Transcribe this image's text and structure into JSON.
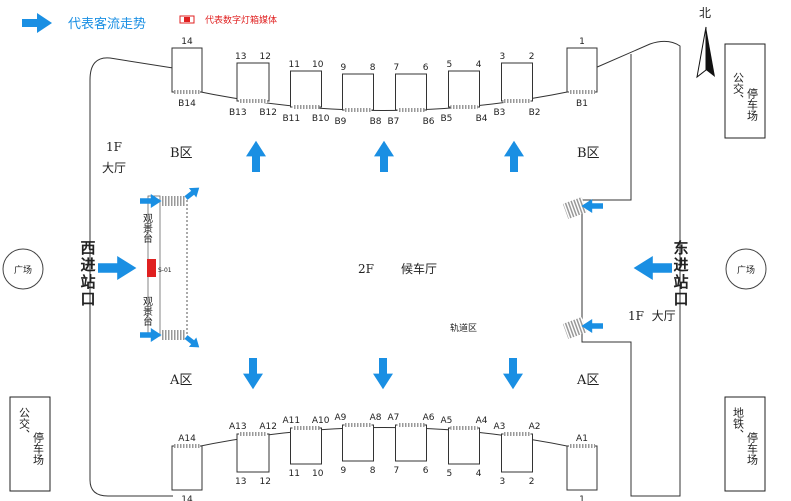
{
  "legend": {
    "flow_label": "代表客流走势",
    "lightbox_label": "代表数字灯箱媒体",
    "arrow_color": "#1a8fe3",
    "lightbox_color": "#e02020"
  },
  "north_label": "北",
  "hall_1f_left": [
    "1F",
    "大厅"
  ],
  "hall_1f_right": "1F  大厅",
  "zone_b_left": "B区",
  "zone_b_right": "B区",
  "zone_a_left": "A区",
  "zone_a_right": "A区",
  "hall_2f": "2F",
  "waiting_hall": "候车厅",
  "track_area": "轨道区",
  "west_entrance": [
    "西",
    "进",
    "站",
    "口"
  ],
  "east_entrance": [
    "东",
    "进",
    "站",
    "口"
  ],
  "plaza_left": "广场",
  "plaza_right": "广场",
  "bus_parking_top_right": [
    "公交、",
    "停车场"
  ],
  "bus_parking_bottom_left": [
    "公交、",
    "停车场"
  ],
  "metro_parking_bottom_right": [
    "地铁、",
    "停车场"
  ],
  "viewing_platform_top": "观景台",
  "viewing_platform_bottom": "观景台",
  "lightbox_code": "S-01",
  "b_platforms": [
    {
      "nums": [
        "14"
      ],
      "codes": [
        "B14"
      ]
    },
    {
      "nums": [
        "13",
        "12"
      ],
      "codes": [
        "B13",
        "B12"
      ]
    },
    {
      "nums": [
        "11",
        "10"
      ],
      "codes": [
        "B11",
        "B10"
      ]
    },
    {
      "nums": [
        "9",
        "8"
      ],
      "codes": [
        "B9",
        "B8"
      ]
    },
    {
      "nums": [
        "7",
        "6"
      ],
      "codes": [
        "B7",
        "B6"
      ]
    },
    {
      "nums": [
        "5",
        "4"
      ],
      "codes": [
        "B5",
        "B4"
      ]
    },
    {
      "nums": [
        "3",
        "2"
      ],
      "codes": [
        "B3",
        "B2"
      ]
    },
    {
      "nums": [
        "1"
      ],
      "codes": [
        "B1"
      ]
    }
  ],
  "a_platforms": [
    {
      "nums": [
        "14"
      ],
      "codes": [
        "A14"
      ]
    },
    {
      "nums": [
        "13",
        "12"
      ],
      "codes": [
        "A13",
        "A12"
      ]
    },
    {
      "nums": [
        "11",
        "10"
      ],
      "codes": [
        "A11",
        "A10"
      ]
    },
    {
      "nums": [
        "9",
        "8"
      ],
      "codes": [
        "A9",
        "A8"
      ]
    },
    {
      "nums": [
        "7",
        "6"
      ],
      "codes": [
        "A7",
        "A6"
      ]
    },
    {
      "nums": [
        "5",
        "4"
      ],
      "codes": [
        "A5",
        "A4"
      ]
    },
    {
      "nums": [
        "3",
        "2"
      ],
      "codes": [
        "A3",
        "A2"
      ]
    },
    {
      "nums": [
        "1"
      ],
      "codes": [
        "A1"
      ]
    }
  ]
}
